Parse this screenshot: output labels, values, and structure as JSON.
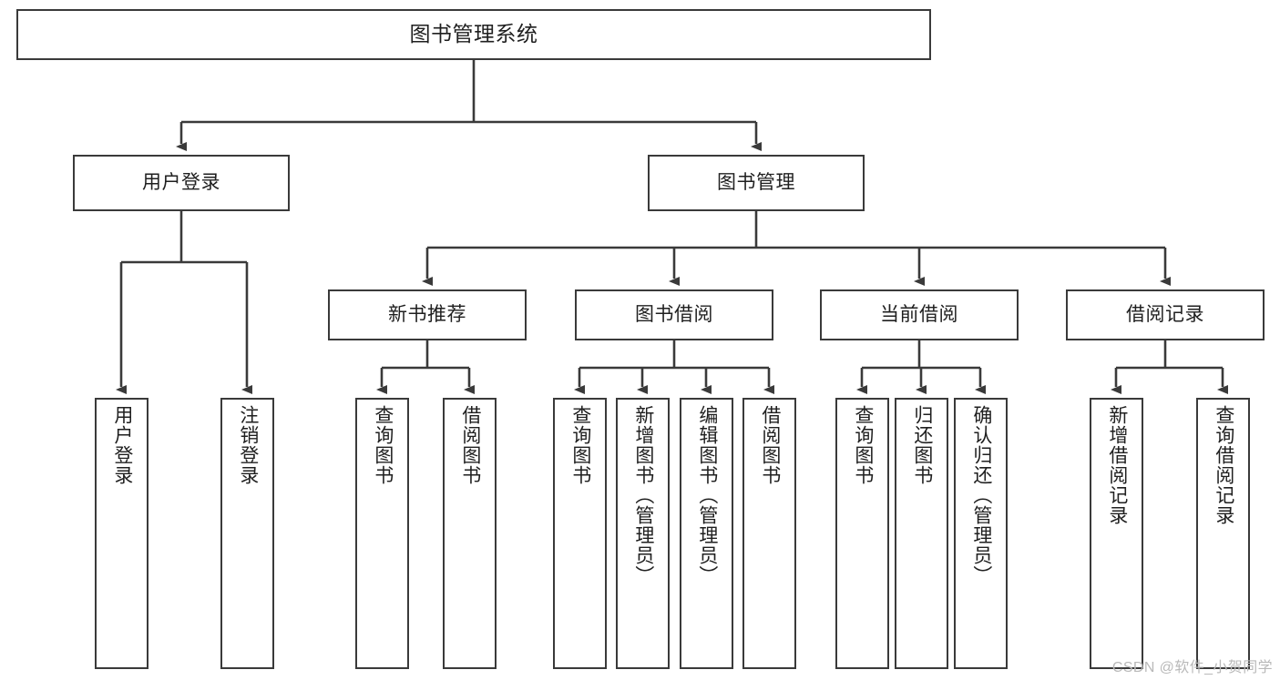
{
  "diagram": {
    "title": "图书管理系统",
    "type": "hierarchy-tree",
    "watermark": "CSDN @软件_小贺同学",
    "colors": {
      "background": "#ffffff",
      "box_fill": "#ffffff",
      "box_border": "#3a3a3a",
      "connector": "#3a3a3a",
      "text": "#1f1f1f",
      "watermark": "#b9b9b9"
    },
    "root": {
      "label": "图书管理系统"
    },
    "level1": [
      {
        "label": "用户登录"
      },
      {
        "label": "图书管理"
      }
    ],
    "level2": [
      {
        "label": "新书推荐"
      },
      {
        "label": "图书借阅"
      },
      {
        "label": "当前借阅"
      },
      {
        "label": "借阅记录"
      }
    ],
    "leaves": {
      "user_login": [
        {
          "label": "用户登录"
        },
        {
          "label": "注销登录"
        }
      ],
      "new_book_recommend": [
        {
          "label": "查询图书"
        },
        {
          "label": "借阅图书"
        }
      ],
      "book_borrow": [
        {
          "label": "查询图书"
        },
        {
          "label": "新增图书（管理员）"
        },
        {
          "label": "编辑图书（管理员）"
        },
        {
          "label": "借阅图书"
        }
      ],
      "current_borrow": [
        {
          "label": "查询图书"
        },
        {
          "label": "归还图书"
        },
        {
          "label": "确认归还（管理员）"
        }
      ],
      "borrow_records": [
        {
          "label": "新增借阅记录"
        },
        {
          "label": "查询借阅记录"
        }
      ]
    }
  }
}
